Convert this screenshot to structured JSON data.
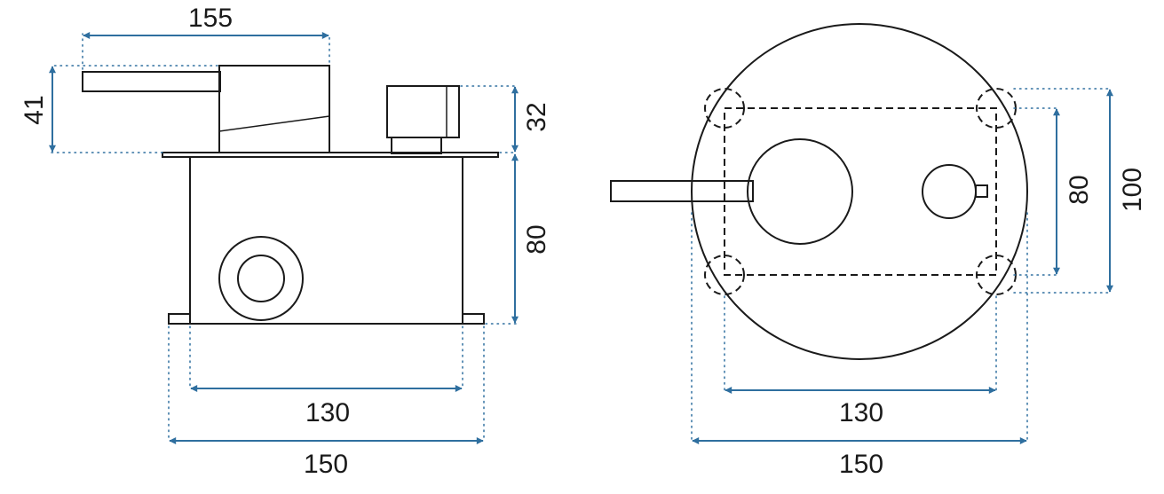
{
  "dimensions": {
    "side_top_width": "155",
    "side_left_height": "41",
    "side_right_small_height": "32",
    "side_right_body_height": "80",
    "side_bottom_inner_width": "130",
    "side_bottom_outer_width": "150",
    "front_inner_height": "80",
    "front_outer_height": "100",
    "front_bottom_inner_width": "130",
    "front_bottom_outer_width": "150"
  },
  "colors": {
    "outline": "#1a1a1a",
    "dimension": "#2f6f9f"
  }
}
